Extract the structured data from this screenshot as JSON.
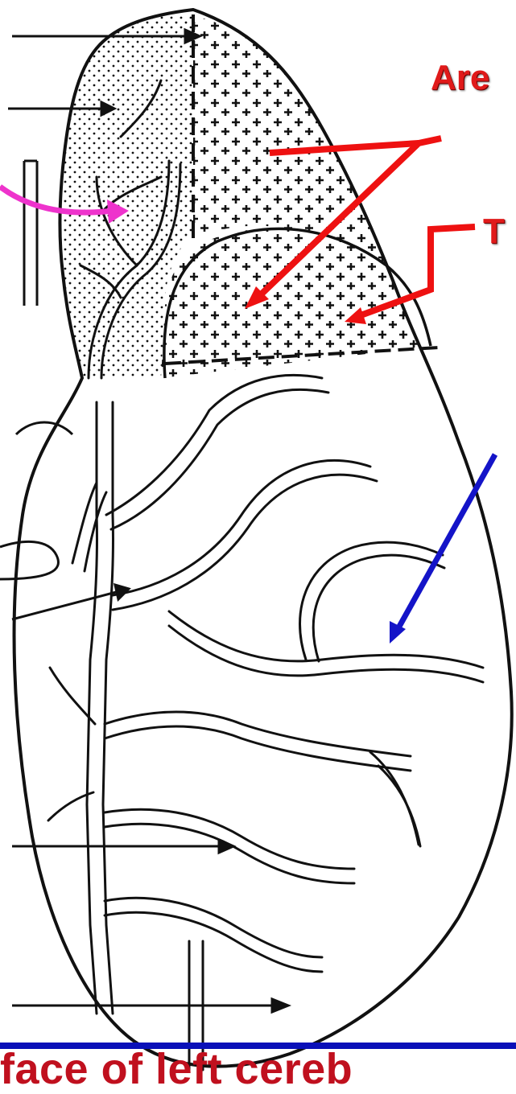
{
  "labels": {
    "area": "Are",
    "territory": "T"
  },
  "caption": "face of left cereb",
  "colors": {
    "red_label": "#e01a1a",
    "red_arrow": "#ee1111",
    "pink_arrow": "#ee33cc",
    "blue_arrow": "#1414c8",
    "caption": "#c0101e",
    "rule": "#0a10b8",
    "line_art": "#111111"
  }
}
